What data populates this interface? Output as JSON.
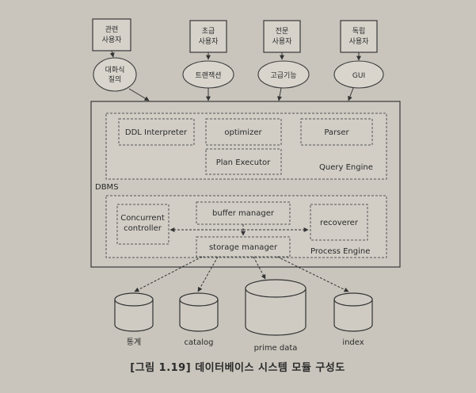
{
  "users": [
    {
      "label": [
        "관련",
        "사용자"
      ]
    },
    {
      "label": [
        "초급",
        "사용자"
      ]
    },
    {
      "label": [
        "전문",
        "사용자"
      ]
    },
    {
      "label": [
        "독립",
        "사용자"
      ]
    }
  ],
  "interfaces": [
    {
      "label": [
        "대화식",
        "질의"
      ]
    },
    {
      "label": [
        "트랜잭션"
      ]
    },
    {
      "label": [
        "고급기능"
      ]
    },
    {
      "label": [
        "GUI"
      ]
    }
  ],
  "dbms": {
    "label": "DBMS",
    "query_engine": {
      "label": "Query Engine",
      "modules": {
        "ddl": "DDL Interpreter",
        "optimizer": "optimizer",
        "parser": "Parser",
        "plan": "Plan Executor"
      }
    },
    "process_engine": {
      "label": "Process Engine",
      "modules": {
        "concurrent": [
          "Concurrent",
          "controller"
        ],
        "buffer": "buffer manager",
        "recoverer": "recoverer",
        "storage": "storage manager"
      }
    }
  },
  "storage": [
    {
      "label": "통계"
    },
    {
      "label": "catalog"
    },
    {
      "label": "prime data"
    },
    {
      "label": "index"
    }
  ],
  "caption": "[그림 1.19] 데이터베이스 시스템 모듈 구성도"
}
